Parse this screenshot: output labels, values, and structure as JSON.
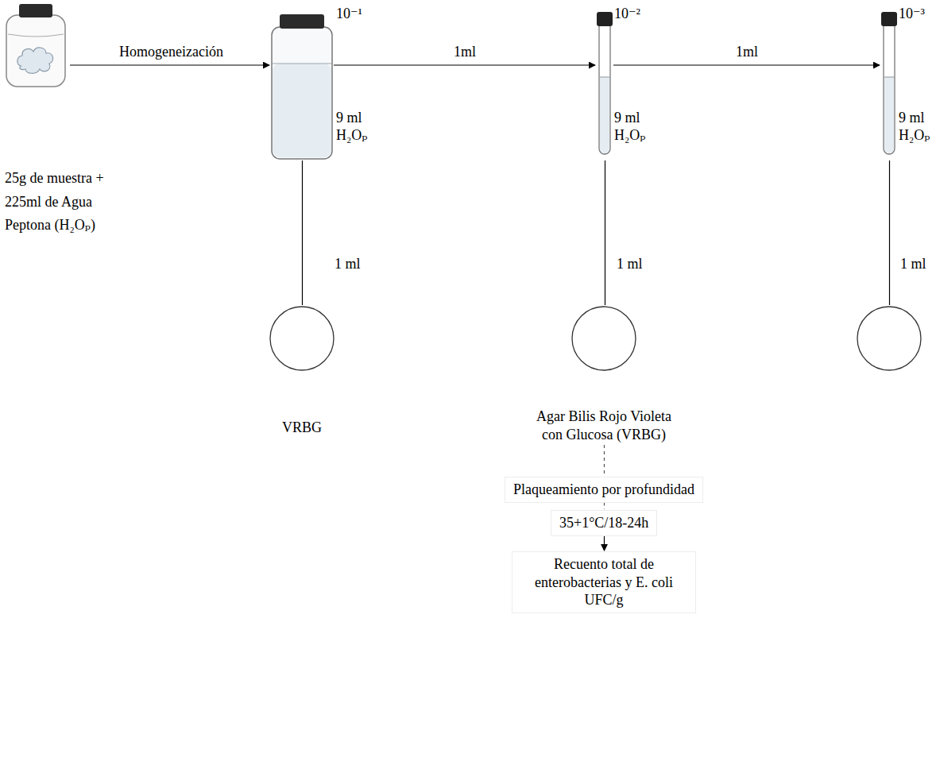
{
  "diagram": {
    "nodes": [
      {
        "text": [
          "25g de muestra + 225ml de Agua Peptona (H₂Oₚ)"
        ]
      },
      {
        "text": [
          "10⁻¹",
          "9 ml H₂Oₚ"
        ]
      },
      {
        "text": [
          "10⁻²",
          "9 ml H₂Oₚ"
        ]
      },
      {
        "text": [
          "10⁻³",
          "9 ml H₂Oₚ"
        ]
      },
      {
        "text": [
          "VRBG"
        ]
      },
      {
        "text": [
          "Agar Bilis Rojo Violeta con Glucosa (VRBG)"
        ]
      },
      {
        "text": []
      },
      {
        "text": [
          "Plaqueamiento por profundidad"
        ]
      },
      {
        "text": [
          "35+1°C/18-24h"
        ]
      },
      {
        "text": [
          "Recuento total de enterobacterias y E. coli UFC/g"
        ]
      }
    ],
    "edges": [
      {
        "from": 0,
        "to": 1,
        "arrow": "to",
        "label": "Homogeneización"
      },
      {
        "from": 1,
        "to": 2,
        "arrow": "to",
        "label": "1ml"
      },
      {
        "from": 2,
        "to": 3,
        "arrow": "to",
        "label": "1ml"
      },
      {
        "from": 1,
        "to": 4,
        "arrow": "none",
        "label": "1 ml"
      },
      {
        "from": 2,
        "to": 5,
        "arrow": "none",
        "label": "1 ml"
      },
      {
        "from": 3,
        "to": 6,
        "arrow": "none",
        "label": "1 ml"
      },
      {
        "from": 5,
        "to": 7,
        "arrow": "none"
      },
      {
        "from": 7,
        "to": 8,
        "arrow": "none"
      },
      {
        "from": 8,
        "to": 9,
        "arrow": "to"
      }
    ]
  }
}
